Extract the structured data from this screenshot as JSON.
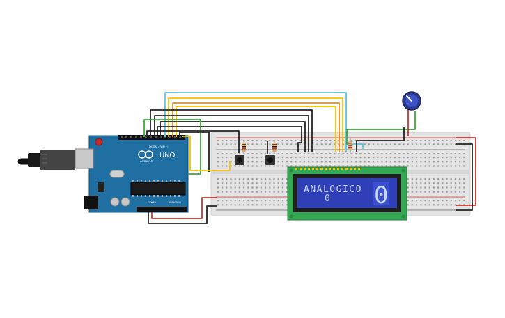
{
  "canvas": {
    "background": "#ffffff"
  },
  "arduino": {
    "model_label": "UNO",
    "brand_label": "ARDUINO",
    "header_digital_label": "DIGITAL (PWM ~)",
    "header_power_label": "POWER",
    "header_analog_label": "ANALOG IN",
    "board_color": "#1f6fa3"
  },
  "lcd": {
    "line1": "ANALOGICO",
    "line2": "0",
    "big_glyph": "0",
    "pcb_color": "#35a853",
    "screen_color": "#2e3fb8"
  },
  "breadboard": {
    "color": "#e6e6e6",
    "rail_colors": {
      "positive": "#d32f2f",
      "negative": "#222222"
    }
  },
  "wire_colors": {
    "cyan": "#5fc4e0",
    "yellow": "#f2c200",
    "orange": "#ef8a17",
    "green": "#3aaa35",
    "black": "#222222",
    "red": "#d32f2f"
  },
  "components": {
    "potentiometer": "potentiometer-icon",
    "buttons": "pushbutton-icon",
    "resistors": "resistor-icon"
  }
}
